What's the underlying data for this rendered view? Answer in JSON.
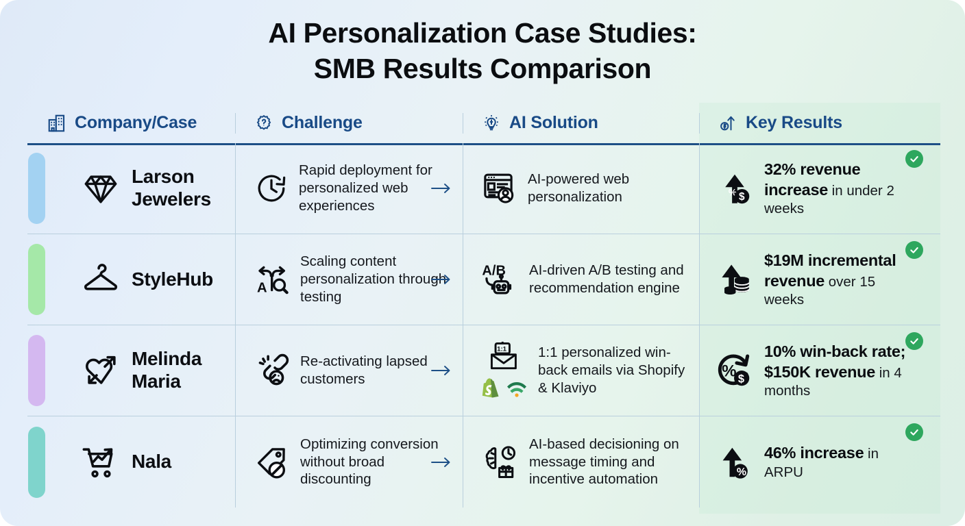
{
  "title": {
    "line1": "AI Personalization Case Studies:",
    "line2": "SMB Results Comparison"
  },
  "theme": {
    "header_text_color": "#194a86",
    "rule_color": "#1d4f86",
    "check_badge_color": "#2ea75e",
    "bg_start": "#dfeaf8",
    "bg_end": "#dcefe6"
  },
  "columns": [
    {
      "label": "Company/Case",
      "icon": "building-icon"
    },
    {
      "label": "Challenge",
      "icon": "gear-question-icon"
    },
    {
      "label": "AI Solution",
      "icon": "lightbulb-idea-icon"
    },
    {
      "label": "Key Results",
      "icon": "dollar-growth-arrow-icon"
    }
  ],
  "rows": [
    {
      "accent_color": "#a3d2f2",
      "company": "Larson Jewelers",
      "company_icon": "diamond-icon",
      "challenge": "Rapid deployment for personalized web experiences",
      "challenge_icon": "clock-rotate-icon",
      "solution": "AI-powered web personalization",
      "solution_icon": "web-page-user-icon",
      "solution_logos": [],
      "result_bold": "32% revenue increase",
      "result_rest": " in under 2 weeks",
      "result_icon": "up-arrow-percent-dollar-icon",
      "verified": true
    },
    {
      "accent_color": "#a5e8a8",
      "company": "StyleHub",
      "company_icon": "clothes-hanger-icon",
      "challenge": "Scaling content personalization through testing",
      "challenge_icon": "ab-test-search-icon",
      "solution": "AI-driven A/B testing and recommendation engine",
      "solution_icon": "ab-robot-icon",
      "solution_logos": [],
      "result_bold": "$19M incremental revenue",
      "result_rest": " over 15 weeks",
      "result_icon": "up-arrow-coins-icon",
      "verified": true
    },
    {
      "accent_color": "#d4b8f0",
      "company": "Melinda Maria",
      "company_icon": "heart-arrow-icon",
      "challenge": "Re-activating lapsed customers",
      "challenge_icon": "broken-link-sad-face-icon",
      "solution": "1:1 personalized win-back emails via Shopify & Klaviyo",
      "solution_icon": "one-to-one-envelope-icon",
      "solution_logos": [
        "shopify-logo",
        "klaviyo-logo"
      ],
      "result_bold": "10% win-back rate; $150K revenue",
      "result_rest": " in 4 months",
      "result_icon": "percent-dollar-return-icon",
      "verified": true
    },
    {
      "accent_color": "#7fd4cc",
      "company": "Nala",
      "company_icon": "shopping-cart-trend-icon",
      "challenge": "Optimizing conversion without broad discounting",
      "challenge_icon": "price-tag-no-discount-icon",
      "solution": "AI-based decisioning on message timing and incentive automation",
      "solution_icon": "brain-clock-gift-icon",
      "solution_logos": [],
      "result_bold": "46% increase",
      "result_rest": " in ARPU",
      "result_icon": "up-arrow-percent-icon",
      "verified": true
    }
  ],
  "connector": {
    "glyph": "arrow-right-icon"
  }
}
